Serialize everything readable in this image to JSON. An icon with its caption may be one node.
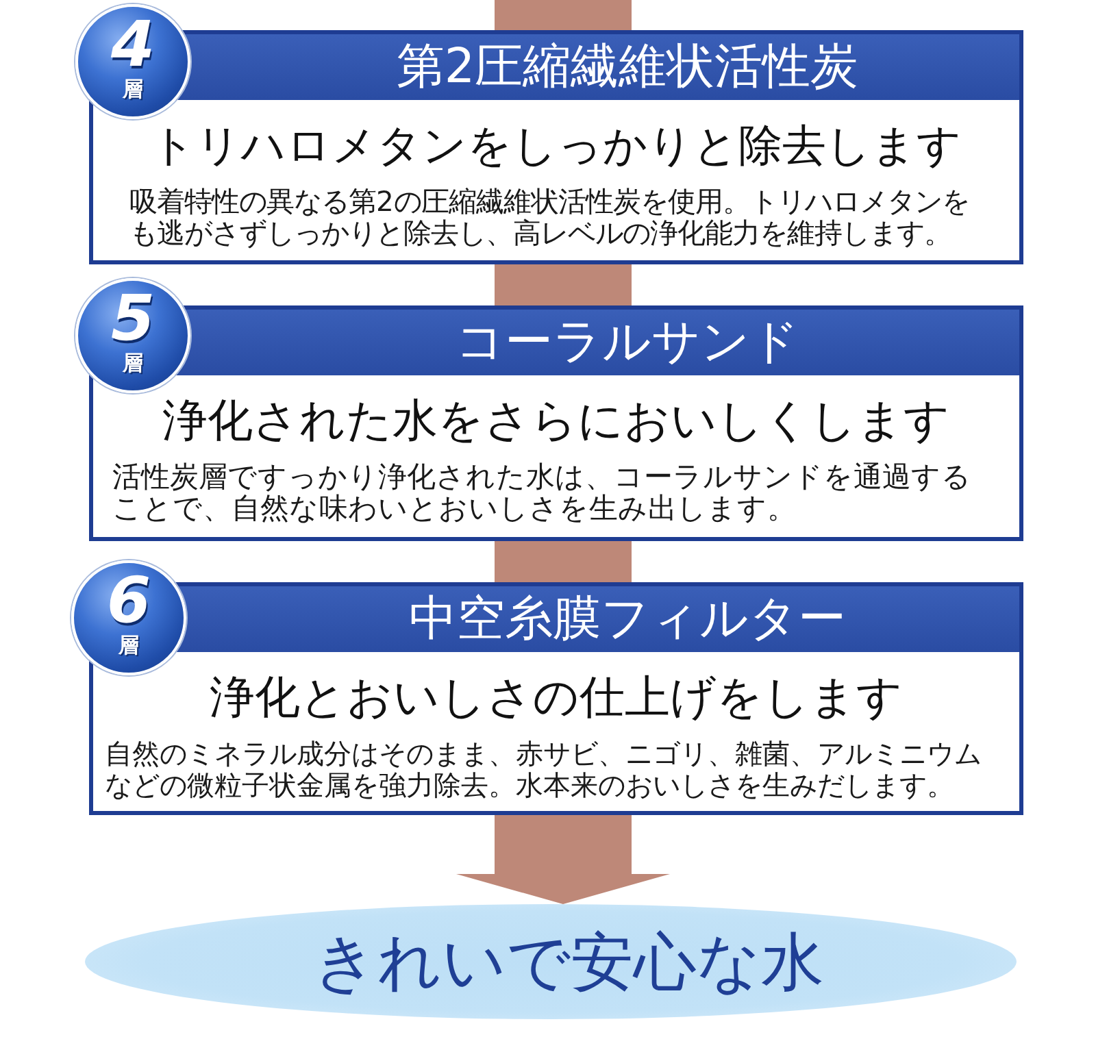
{
  "diagram": {
    "nodes": [
      {
        "text": [
          "4",
          "層"
        ]
      },
      {
        "text": [
          "第2圧縮繊維状活性炭",
          "トリハロメタンをしっかりと除去します",
          "吸着特性の異なる第2の圧縮繊維状活性炭を使用。トリハロメタンをも逃がさずしっかりと除去し、高レベルの浄化能力を維持します。"
        ]
      },
      {
        "text": [
          "5",
          "層"
        ]
      },
      {
        "text": [
          "コーラルサンド",
          "浄化された水をさらにおいしくします",
          "活性炭層ですっかり浄化された水は、コーラルサンドを通過することで、自然な味わいとおいしさを生み出します。"
        ]
      },
      {
        "text": [
          "6",
          "層"
        ]
      },
      {
        "text": [
          "中空糸膜フィルター",
          "浄化とおいしさの仕上げをします",
          "自然のミネラル成分はそのまま、赤サビ、ニゴリ、雑菌、アルミニウムなどの微粒子状金属を強力除去。水本来のおいしさを生みだします。"
        ]
      },
      {
        "text": [
          "きれいで安心な水"
        ]
      }
    ],
    "edges": [
      {
        "from": null,
        "to": 1,
        "arrow": "none",
        "style": "thick"
      },
      {
        "from": 1,
        "to": 3,
        "arrow": "none",
        "style": "thick"
      },
      {
        "from": 3,
        "to": 5,
        "arrow": "none",
        "style": "thick"
      },
      {
        "from": 5,
        "to": 6,
        "arrow": "to",
        "style": "thick"
      }
    ]
  }
}
